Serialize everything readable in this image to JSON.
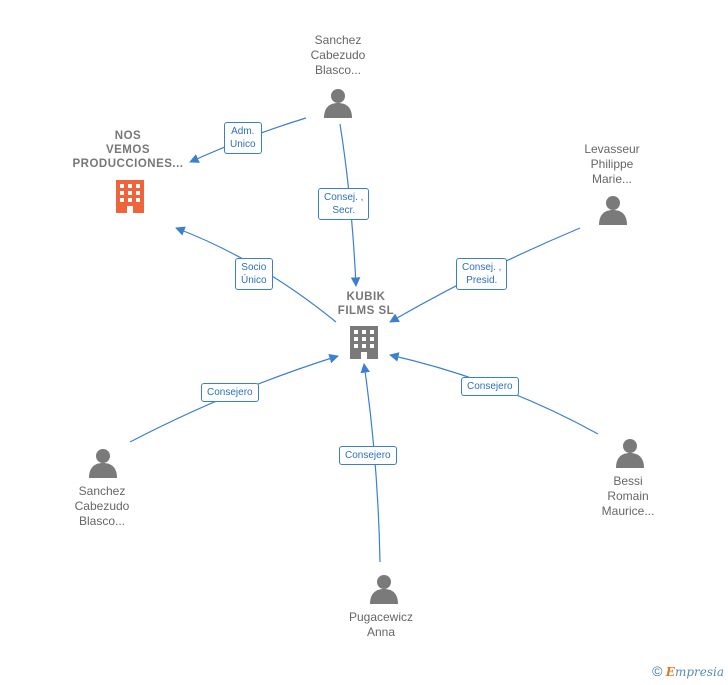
{
  "nodes": {
    "kubik": {
      "lines": [
        "KUBIK",
        "FILMS SL"
      ],
      "kind": "company-main"
    },
    "nos_vemos": {
      "lines": [
        "NOS",
        "VEMOS",
        "PRODUCCIONES..."
      ],
      "kind": "company-related"
    },
    "sanchez_top": {
      "lines": [
        "Sanchez",
        "Cabezudo",
        "Blasco..."
      ],
      "kind": "person"
    },
    "levasseur": {
      "lines": [
        "Levasseur",
        "Philippe",
        "Marie..."
      ],
      "kind": "person"
    },
    "sanchez_left": {
      "lines": [
        "Sanchez",
        "Cabezudo",
        "Blasco..."
      ],
      "kind": "person"
    },
    "pugacewicz": {
      "lines": [
        "Pugacewicz",
        "Anna"
      ],
      "kind": "person"
    },
    "bessi": {
      "lines": [
        "Bessi",
        "Romain",
        "Maurice..."
      ],
      "kind": "person"
    }
  },
  "edges": {
    "adm_unico": {
      "lines": [
        "Adm.",
        "Unico"
      ]
    },
    "consej_secr": {
      "lines": [
        "Consej. ,",
        "Secr."
      ]
    },
    "consej_presid": {
      "lines": [
        "Consej. ,",
        "Presid."
      ]
    },
    "socio_unico": {
      "lines": [
        "Socio",
        "Único"
      ]
    },
    "consejero_left": {
      "lines": [
        "Consejero"
      ]
    },
    "consejero_bottom": {
      "lines": [
        "Consejero"
      ]
    },
    "consejero_right": {
      "lines": [
        "Consejero"
      ]
    }
  },
  "colors": {
    "edge": "#3b7fd4",
    "person_icon": "#7a7a7a",
    "company_main_icon": "#7a7a7a",
    "company_related_icon": "#f0643c"
  },
  "footer": {
    "symbol": "©",
    "brand_initial": "E",
    "brand_rest": "mpresia"
  }
}
